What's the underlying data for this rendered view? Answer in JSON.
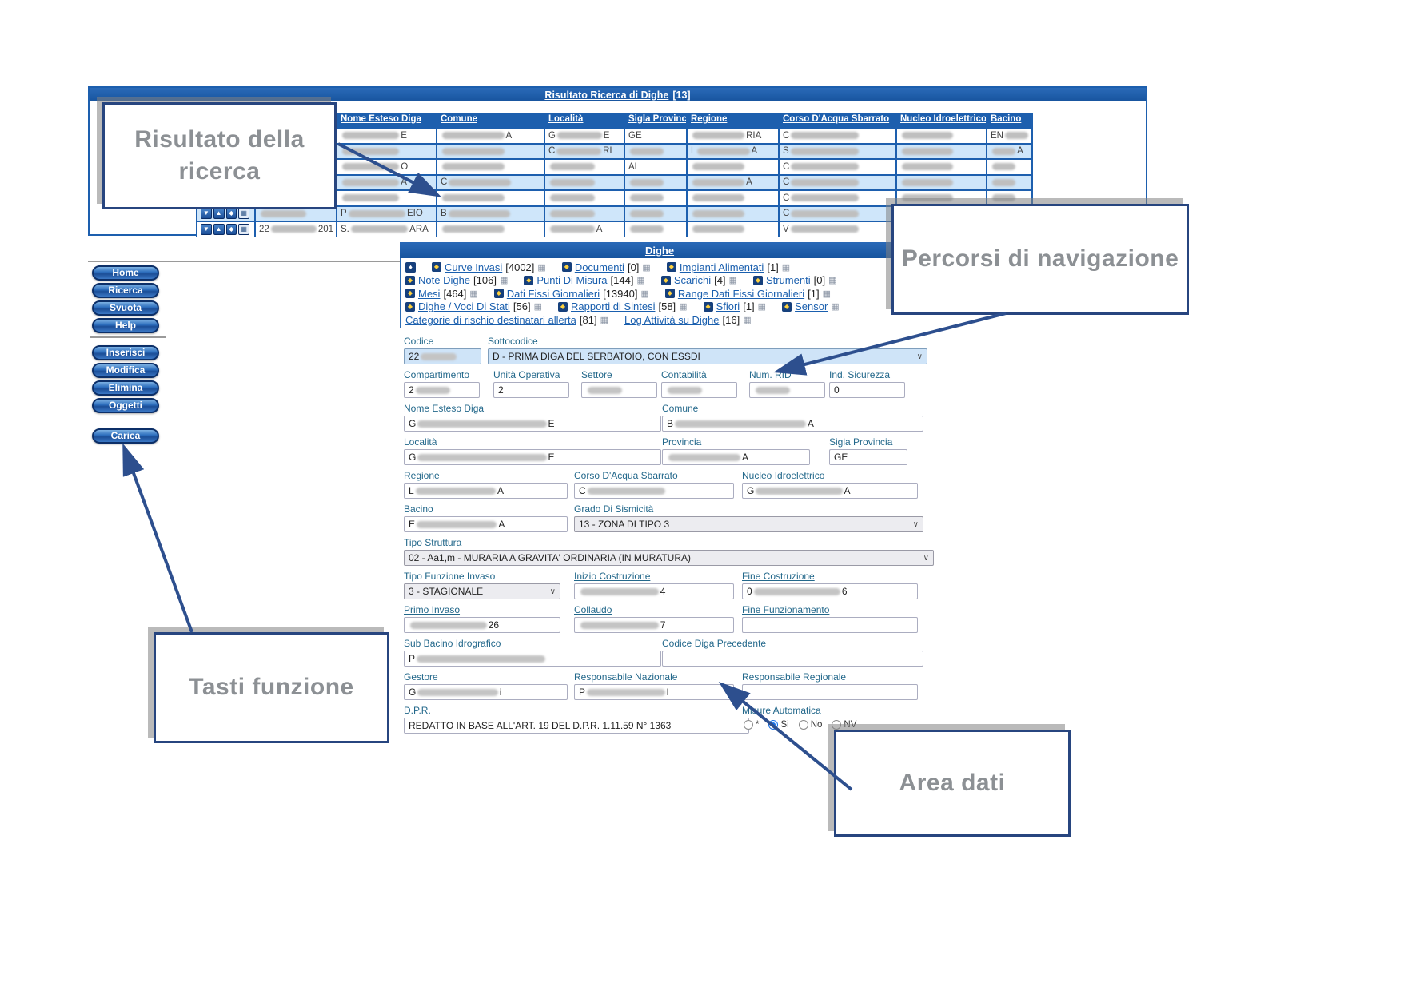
{
  "results_table": {
    "title": "Risultato Ricerca di Dighe",
    "title_count": "[13]",
    "columns": [
      "Nome Esteso Diga",
      "Comune",
      "Località",
      "Sigla Provincia",
      "Regione",
      "Corso D'Acqua Sbarrato",
      "Nucleo Idroelettrico",
      "Bacino"
    ],
    "row_icons": [
      {
        "name": "down-arrow-icon",
        "glyph": "▼"
      },
      {
        "name": "up-arrow-icon",
        "glyph": "▲"
      },
      {
        "name": "bell-icon",
        "glyph": "◆"
      },
      {
        "name": "photo-icon",
        "glyph": "▦"
      }
    ],
    "rows": [
      {
        "icons": false,
        "code": "■",
        "cells": [
          "■E",
          "■A",
          "G■E",
          "GE",
          "■RIA",
          "C■",
          "■",
          "EN■"
        ]
      },
      {
        "icons": false,
        "code": "■",
        "cells": [
          "■",
          "■",
          "C■RI",
          "■",
          "L■A",
          "S■",
          "■",
          "■A"
        ]
      },
      {
        "icons": false,
        "code": "■",
        "cells": [
          "■O",
          "■",
          "■",
          "AL",
          "■",
          "C■",
          "■",
          "■"
        ]
      },
      {
        "icons": false,
        "code": "■",
        "cells": [
          "■A",
          "C■",
          "■",
          "■",
          "■A",
          "C■",
          "■",
          "■"
        ]
      },
      {
        "icons": false,
        "code": "■",
        "cells": [
          "■",
          "■",
          "■",
          "■",
          "■",
          "C■",
          "■",
          "■"
        ]
      },
      {
        "icons": true,
        "code": "■",
        "cells": [
          "P■EIO",
          "B■",
          "■",
          "■",
          "■",
          "C■",
          "■",
          "■"
        ]
      },
      {
        "icons": true,
        "code": "22■201",
        "cells": [
          "S.■ARA",
          "■",
          "■A",
          "■",
          "■",
          "V■",
          "■",
          "■"
        ]
      }
    ]
  },
  "sidebar": {
    "groups": [
      {
        "buttons": [
          "Home",
          "Ricerca",
          "Svuota",
          "Help"
        ]
      },
      {
        "buttons": [
          "Inserisci",
          "Modifica",
          "Elimina",
          "Oggetti"
        ]
      },
      {
        "buttons": [
          "Carica"
        ]
      }
    ]
  },
  "icons": {
    "nav_link_icon": "◆",
    "nav_grid_icon": "▦",
    "alert_icon": "♦",
    "chevron": "∨"
  },
  "dighe": {
    "title": "Dighe",
    "nav_rows": [
      [
        {
          "bell": true
        },
        {
          "l": "Curve Invasi",
          "c": "4002"
        },
        {
          "l": "Documenti",
          "c": "0"
        },
        {
          "l": "Impianti Alimentati",
          "c": "1"
        }
      ],
      [
        {
          "l": "Note Dighe",
          "c": "106"
        },
        {
          "l": "Punti Di Misura",
          "c": "144"
        },
        {
          "l": "Scarichi",
          "c": "4"
        },
        {
          "l": "Strumenti",
          "c": "0"
        }
      ],
      [
        {
          "l": "Mesi",
          "c": "464"
        },
        {
          "l": "Dati Fissi Giornalieri",
          "c": "13940"
        },
        {
          "l": "Range Dati Fissi Giornalieri",
          "c": "1"
        }
      ],
      [
        {
          "l": "Dighe / Voci Di Stati",
          "c": "56"
        },
        {
          "l": "Rapporti di Sintesi",
          "c": "58"
        },
        {
          "l": "Sfiori",
          "c": "1"
        },
        {
          "l": "Sensor",
          "c": null
        }
      ],
      [
        {
          "l": "Categorie di rischio destinatari allerta",
          "c": "81",
          "nopre": true
        },
        {
          "l": "Log Attività su Dighe",
          "c": "16",
          "nopre": true
        }
      ]
    ],
    "form": {
      "codice": {
        "label": "Codice",
        "frag": "22"
      },
      "sottocodice": {
        "label": "Sottocodice",
        "value": "D - PRIMA DIGA DEL SERBATOIO, CON ESSDI"
      },
      "compartimento": {
        "label": "Compartimento",
        "frag": "2"
      },
      "unita_operativa": {
        "label": "Unità Operativa",
        "value": "2"
      },
      "settore": {
        "label": "Settore",
        "frag": ""
      },
      "contabilita": {
        "label": "Contabilità",
        "frag": ""
      },
      "num_rid": {
        "label": "Num. RID",
        "frag": ""
      },
      "ind_sicurezza": {
        "label": "Ind. Sicurezza",
        "value": "0"
      },
      "nome_esteso": {
        "label": "Nome Esteso Diga",
        "frag": "G",
        "frag_end": "E"
      },
      "comune": {
        "label": "Comune",
        "frag": "B",
        "frag_end": "A"
      },
      "localita": {
        "label": "Località",
        "frag": "G",
        "frag_end": "E"
      },
      "provincia": {
        "label": "Provincia",
        "frag": "",
        "frag_end": "A"
      },
      "sigla_provincia": {
        "label": "Sigla Provincia",
        "value": "GE"
      },
      "regione": {
        "label": "Regione",
        "frag": "L",
        "frag_end": "A"
      },
      "corso_acqua": {
        "label": "Corso D'Acqua Sbarrato",
        "frag": "C"
      },
      "nucleo": {
        "label": "Nucleo Idroelettrico",
        "frag": "G",
        "frag_end": "A"
      },
      "bacino": {
        "label": "Bacino",
        "frag": "E",
        "frag_end": "A"
      },
      "grado_sismicita": {
        "label": "Grado Di Sismicità",
        "value": "13 - ZONA DI TIPO 3"
      },
      "tipo_struttura": {
        "label": "Tipo Struttura",
        "value": "02 - Aa1,m - MURARIA A GRAVITA' ORDINARIA (IN MURATURA)"
      },
      "tipo_funzione": {
        "label": "Tipo Funzione Invaso",
        "value": "3 - STAGIONALE"
      },
      "inizio_costruzione": {
        "label": "Inizio Costruzione",
        "frag": "",
        "frag_end": "4"
      },
      "fine_costruzione": {
        "label": "Fine Costruzione",
        "frag": "0",
        "frag_end": "6"
      },
      "primo_invaso": {
        "label": "Primo Invaso",
        "frag": "",
        "frag_end": "26"
      },
      "collaudo": {
        "label": "Collaudo",
        "frag": "",
        "frag_end": "7"
      },
      "fine_funzionamento": {
        "label": "Fine Funzionamento",
        "value": ""
      },
      "sub_bacino": {
        "label": "Sub Bacino Idrografico",
        "frag": "P"
      },
      "codice_diga_prec": {
        "label": "Codice Diga Precedente",
        "value": ""
      },
      "gestore": {
        "label": "Gestore",
        "frag": "G",
        "frag_end": "i"
      },
      "resp_nazionale": {
        "label": "Responsabile Nazionale",
        "frag": "P",
        "frag_end": "l"
      },
      "resp_regionale": {
        "label": "Responsabile Regionale",
        "value": ""
      },
      "dpr": {
        "label": "D.P.R.",
        "value": "REDATTO IN BASE ALL'ART. 19 DEL D.P.R. 1.11.59 N° 1363"
      },
      "misure": {
        "label": "Misure Automatica",
        "options": [
          {
            "t": "*",
            "sel": false
          },
          {
            "t": "Si",
            "sel": true
          },
          {
            "t": "No",
            "sel": false
          },
          {
            "t": "NV",
            "sel": false
          }
        ]
      }
    }
  },
  "callouts": {
    "risultato": {
      "text": "Risultato della ricerca"
    },
    "percorsi": {
      "text": "Percorsi di navigazione"
    },
    "tasti": {
      "text": "Tasti funzione"
    },
    "area": {
      "text": "Area dati"
    }
  },
  "colors": {
    "accent_blue": "#1d5fae",
    "navy_arrow": "#2d4f8e",
    "row_alt": "#cfe6fa",
    "callout_text": "#8c9094"
  }
}
